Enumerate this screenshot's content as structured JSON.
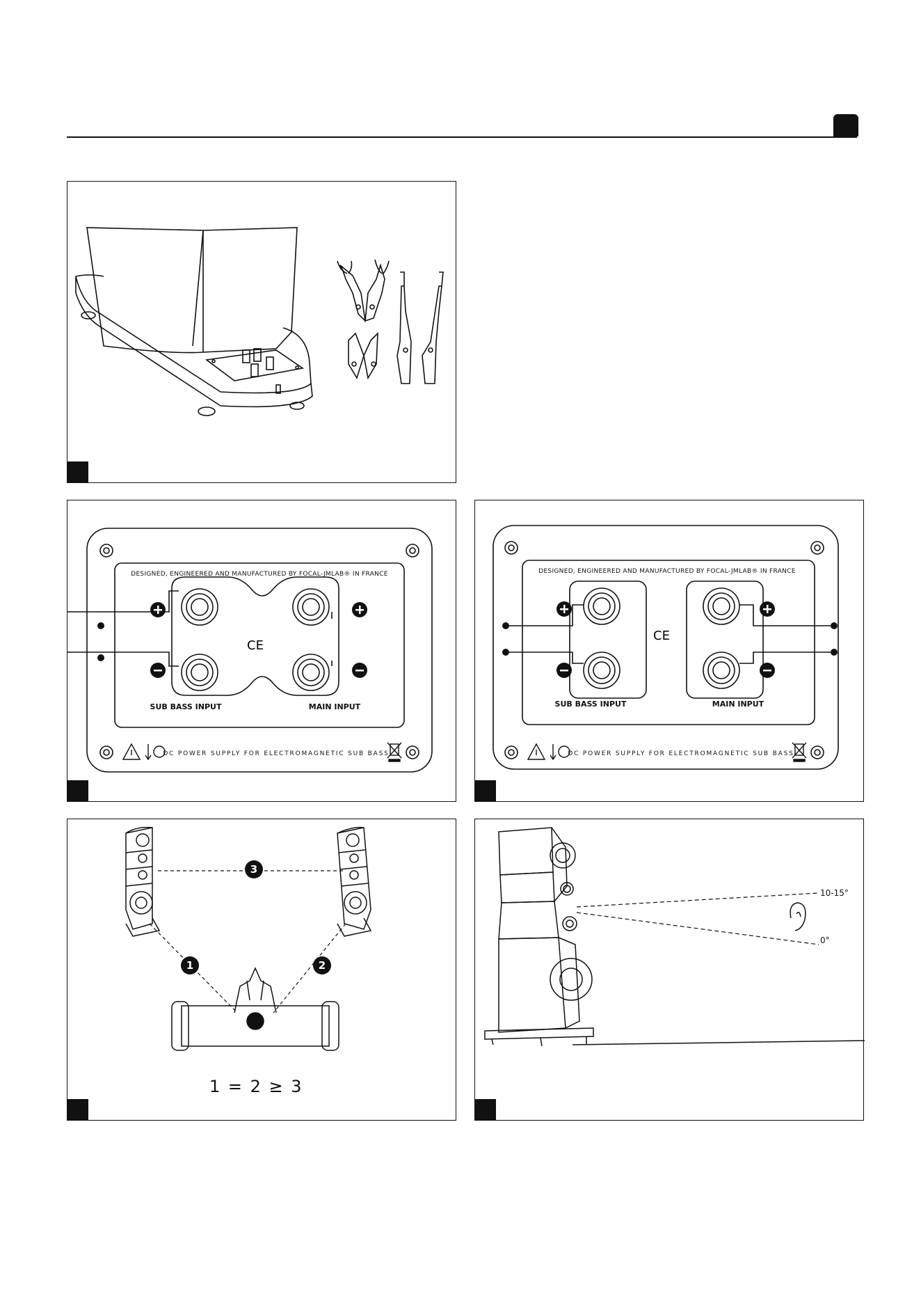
{
  "header": {
    "title": ""
  },
  "fig1": {
    "label": ""
  },
  "fig2": {
    "top_text": "DESIGNED, ENGINEERED AND MANUFACTURED BY FOCAL-JMLAB® IN FRANCE",
    "sub_bass_label": "SUB BASS INPUT",
    "main_label": "MAIN INPUT",
    "bottom_text": "DC POWER SUPPLY FOR ELECTROMAGNETIC SUB BASS",
    "ce": "CE"
  },
  "fig3": {
    "top_text": "DESIGNED, ENGINEERED AND MANUFACTURED BY FOCAL-JMLAB® IN FRANCE",
    "sub_bass_label": "SUB BASS INPUT",
    "main_label": "MAIN INPUT",
    "bottom_text": "DC POWER SUPPLY FOR ELECTROMAGNETIC SUB BASS",
    "ce": "CE"
  },
  "fig4": {
    "markers": [
      "1",
      "2",
      "3"
    ],
    "formula": "1   = 2 ≥   3"
  },
  "fig5": {
    "angle_top": "10-15°",
    "angle_bottom": "0°"
  }
}
